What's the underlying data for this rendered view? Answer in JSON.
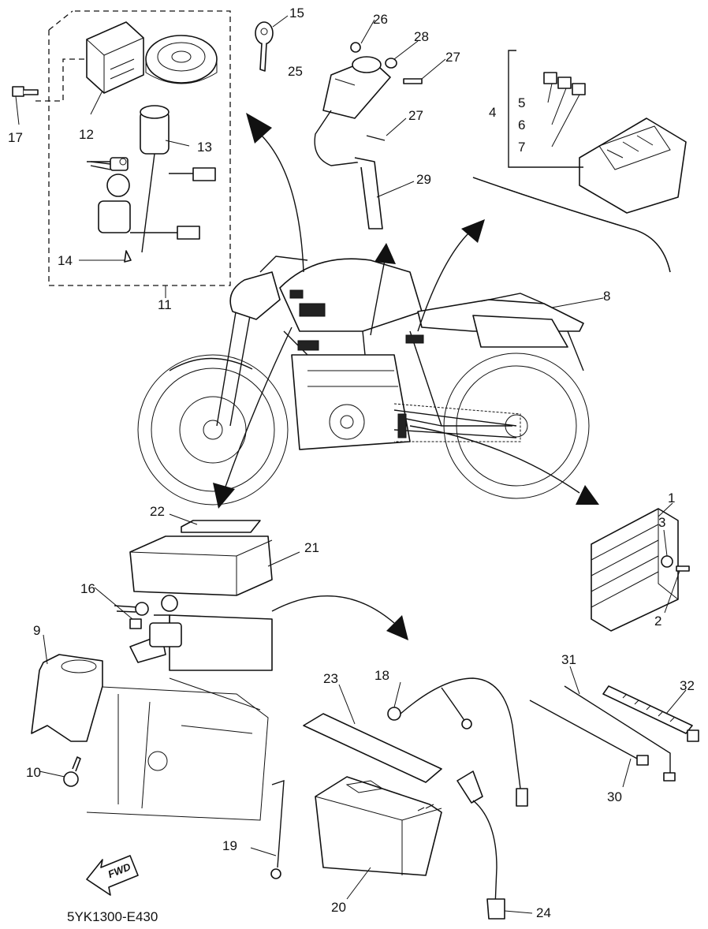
{
  "diagram": {
    "code": "5YK1300-E430",
    "fwd_label": "FWD",
    "callouts": [
      {
        "id": "1",
        "text": "1"
      },
      {
        "id": "2",
        "text": "2"
      },
      {
        "id": "3",
        "text": "3"
      },
      {
        "id": "4",
        "text": "4"
      },
      {
        "id": "5",
        "text": "5"
      },
      {
        "id": "6",
        "text": "6"
      },
      {
        "id": "7",
        "text": "7"
      },
      {
        "id": "8",
        "text": "8"
      },
      {
        "id": "9",
        "text": "9"
      },
      {
        "id": "10",
        "text": "10"
      },
      {
        "id": "11",
        "text": "11"
      },
      {
        "id": "12",
        "text": "12"
      },
      {
        "id": "13",
        "text": "13"
      },
      {
        "id": "14",
        "text": "14"
      },
      {
        "id": "15",
        "text": "15"
      },
      {
        "id": "16",
        "text": "16"
      },
      {
        "id": "17",
        "text": "17"
      },
      {
        "id": "18",
        "text": "18"
      },
      {
        "id": "19",
        "text": "19"
      },
      {
        "id": "20",
        "text": "20"
      },
      {
        "id": "21",
        "text": "21"
      },
      {
        "id": "22",
        "text": "22"
      },
      {
        "id": "23",
        "text": "23"
      },
      {
        "id": "24",
        "text": "24"
      },
      {
        "id": "25",
        "text": "25"
      },
      {
        "id": "26",
        "text": "26"
      },
      {
        "id": "27a",
        "text": "27"
      },
      {
        "id": "27b",
        "text": "27"
      },
      {
        "id": "28",
        "text": "28"
      },
      {
        "id": "29",
        "text": "29"
      },
      {
        "id": "30",
        "text": "30"
      },
      {
        "id": "31",
        "text": "31"
      },
      {
        "id": "32",
        "text": "32"
      }
    ]
  }
}
